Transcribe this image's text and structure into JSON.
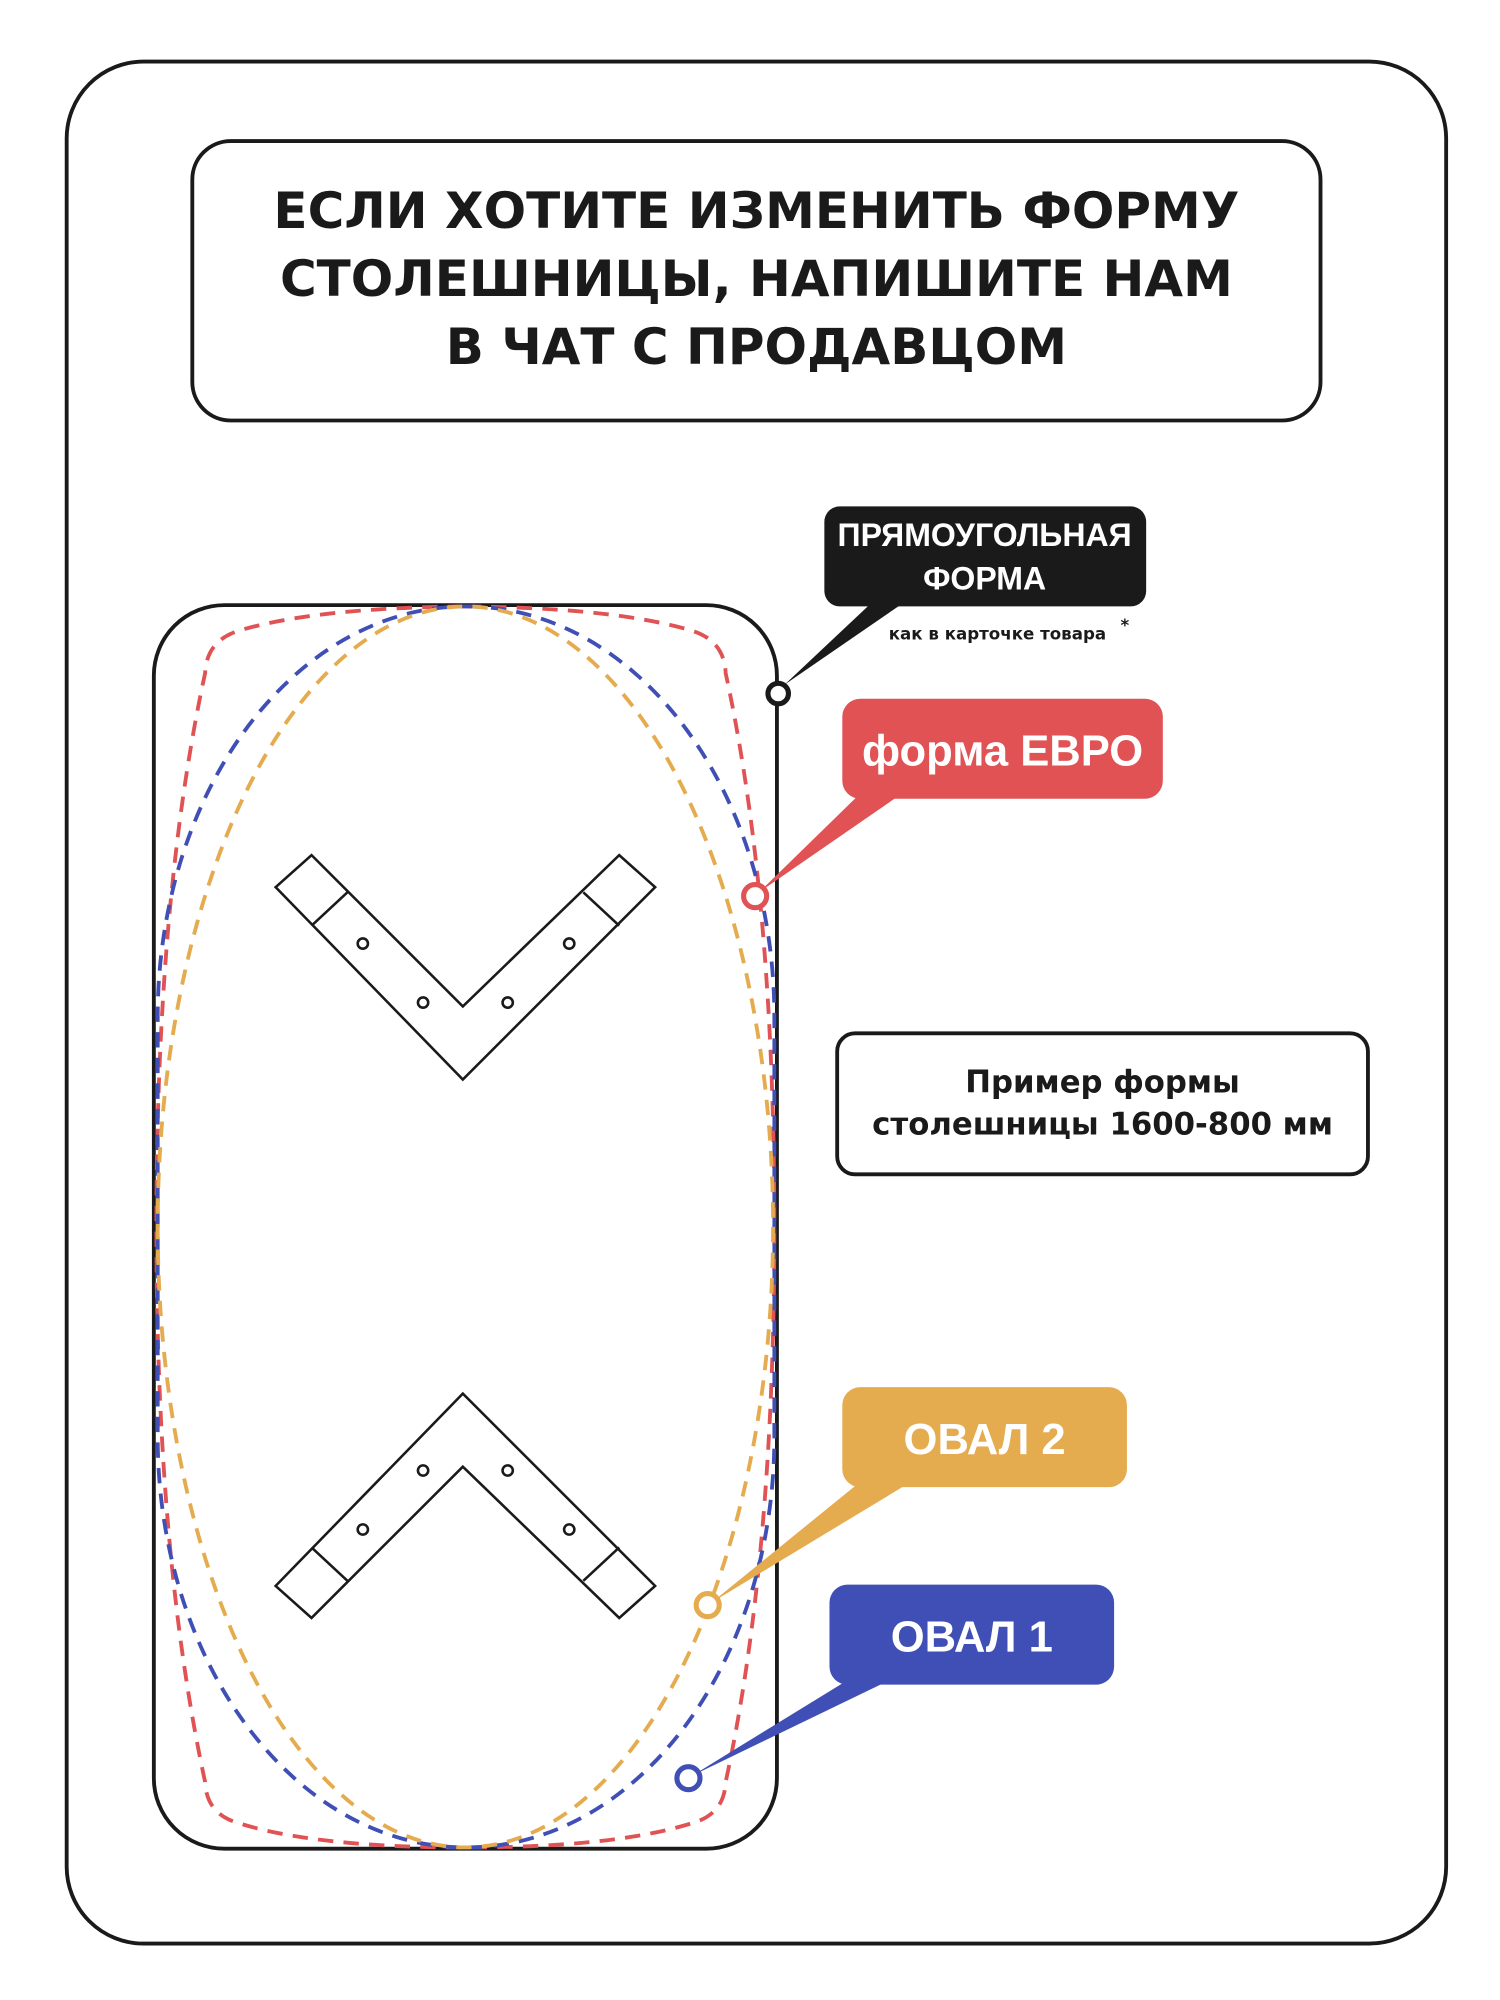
{
  "title": {
    "lines": [
      "ЕСЛИ ХОТИТЕ ИЗМЕНИТЬ ФОРМУ",
      "СТОЛЕШНИЦЫ, НАПИШИТЕ НАМ",
      "В ЧАТ С ПРОДАВЦОМ"
    ]
  },
  "labels": {
    "rectangular": {
      "lines": [
        "ПРЯМОУГОЛЬНАЯ",
        "ФОРМА"
      ],
      "note": "как в карточке товара",
      "note_mark": "*",
      "color": "#1a1a1a"
    },
    "euro": {
      "text": "форма ЕВРО",
      "color": "#e05254"
    },
    "oval2": {
      "text": "ОВАЛ 2",
      "color": "#e5ab4f"
    },
    "oval1": {
      "text": "ОВАЛ 1",
      "color": "#3f4fb5"
    }
  },
  "info": {
    "lines": [
      "Пример формы",
      "столешницы 1600-800 мм"
    ]
  }
}
